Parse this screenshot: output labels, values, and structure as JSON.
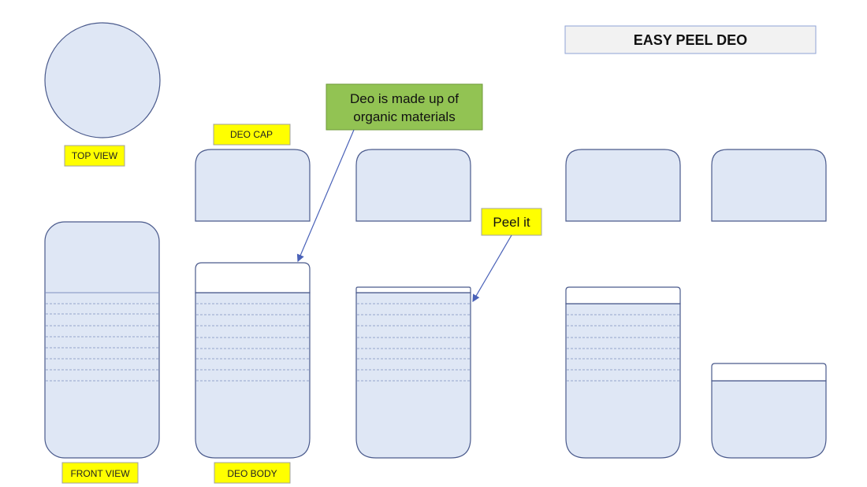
{
  "title": "EASY PEEL DEO",
  "labels": {
    "top_view": "TOP VIEW",
    "deo_cap": "DEO CAP",
    "front_view": "FRONT VIEW",
    "deo_body": "DEO BODY"
  },
  "callouts": {
    "organic_line1": "Deo is made up of",
    "organic_line2": "organic materials",
    "peel": "Peel it"
  },
  "colors": {
    "body_fill": "#dfe7f5",
    "outline": "#4a5a8c",
    "label_fill": "#ffff00",
    "callout_green": "#92c353"
  }
}
